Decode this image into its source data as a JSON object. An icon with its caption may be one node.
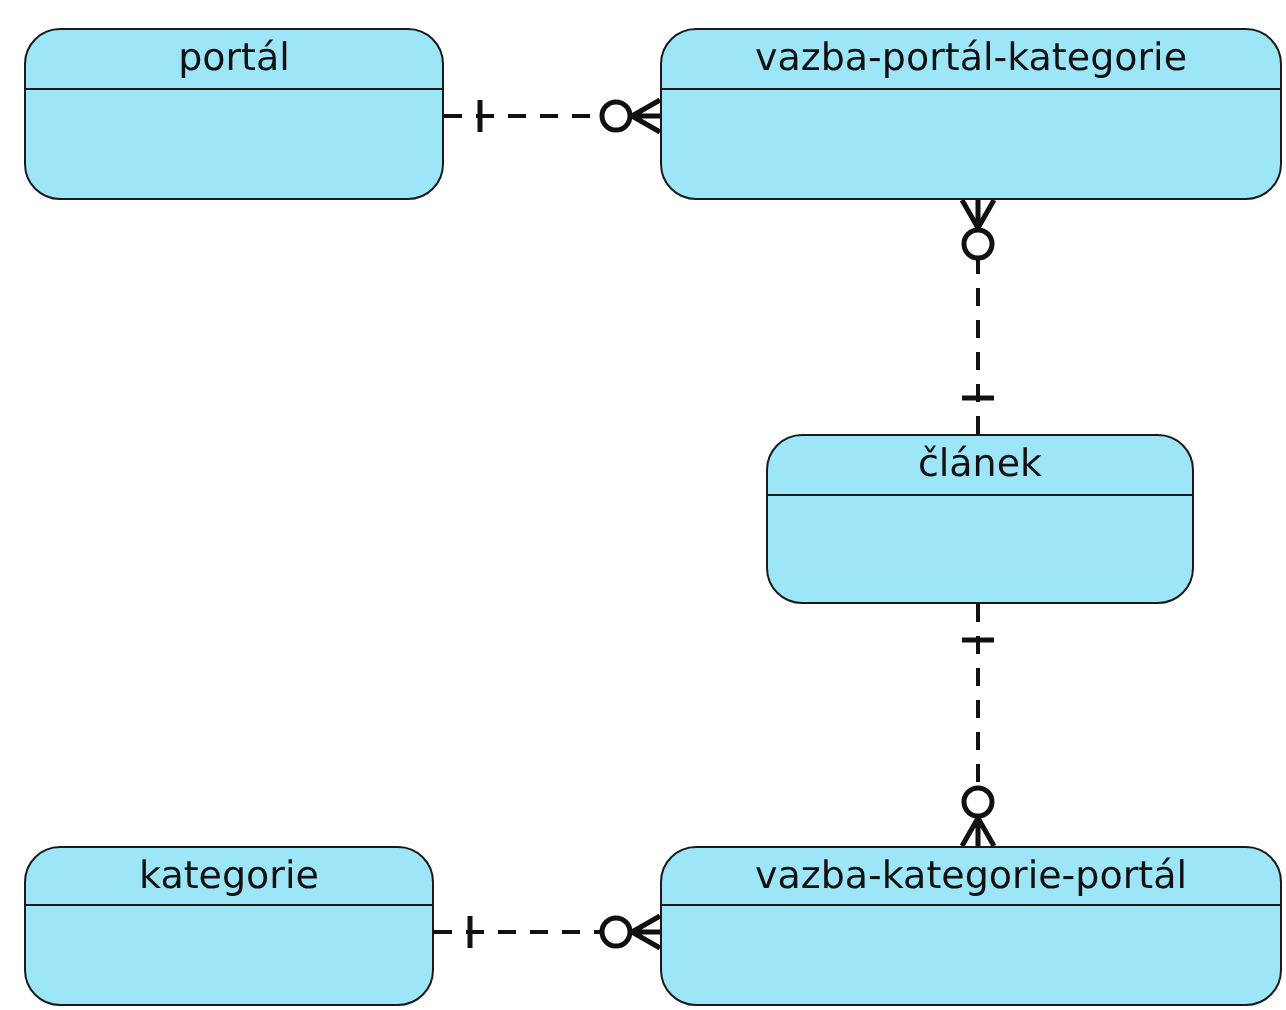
{
  "diagram": {
    "nodes": [
      {
        "text": [
          "portál"
        ]
      },
      {
        "text": [
          "vazba-portál-kategorie"
        ]
      },
      {
        "text": [
          "článek"
        ]
      },
      {
        "text": [
          "kategorie"
        ]
      },
      {
        "text": [
          "vazba-kategorie-portál"
        ]
      }
    ],
    "edges": [
      {
        "from": 0,
        "to": 1,
        "arrow": "other",
        "style": "dashed"
      },
      {
        "from": 2,
        "to": 1,
        "arrow": "other",
        "style": "dashed"
      },
      {
        "from": 2,
        "to": 4,
        "arrow": "other",
        "style": "dashed"
      },
      {
        "from": 3,
        "to": 4,
        "arrow": "other",
        "style": "dashed"
      }
    ]
  }
}
